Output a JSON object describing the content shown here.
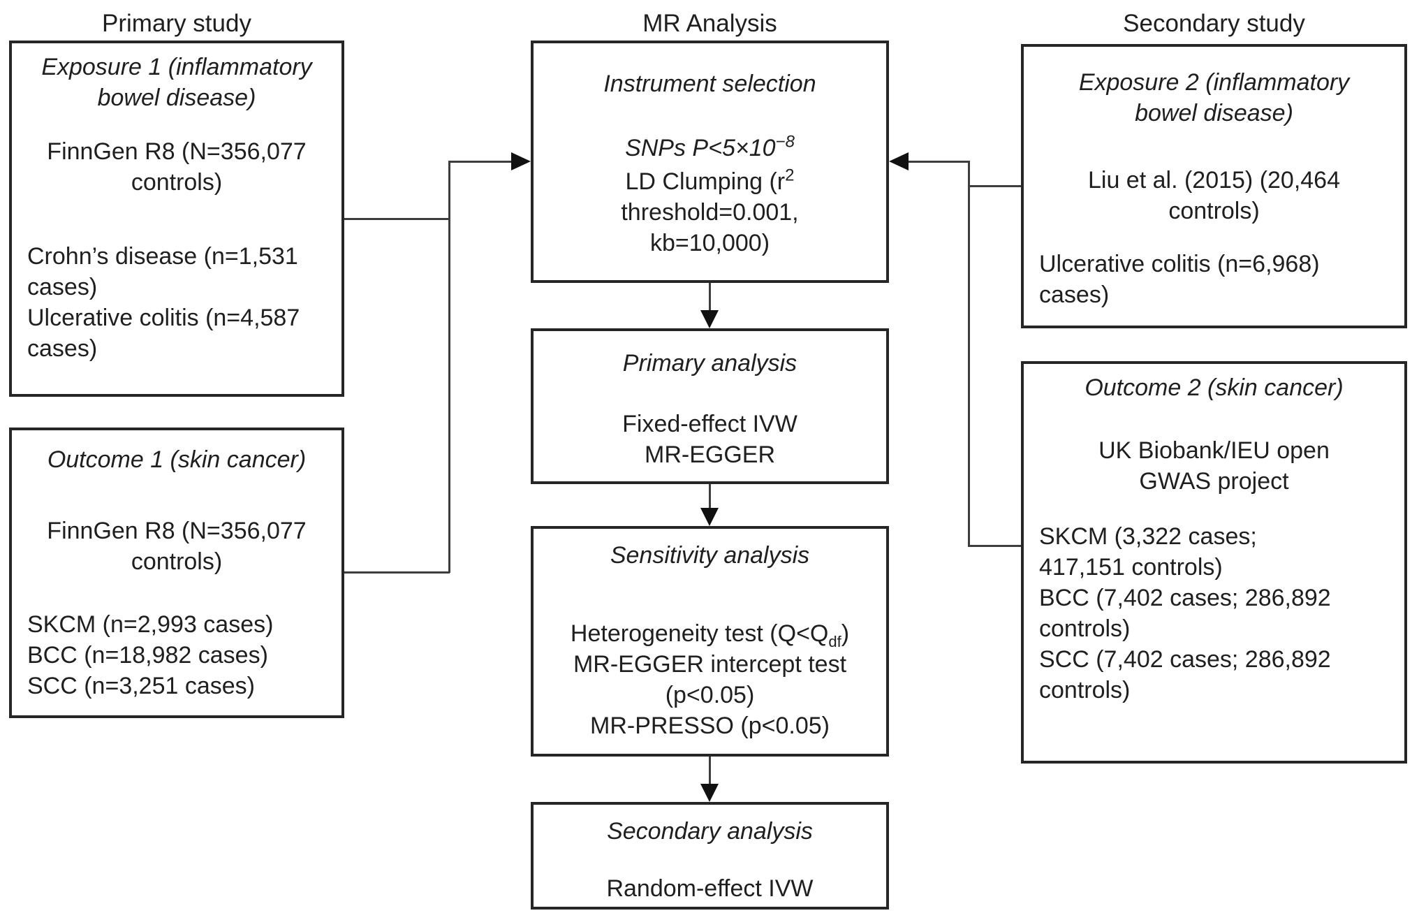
{
  "headers": {
    "left": "Primary study",
    "center": "MR Analysis",
    "right": "Secondary study"
  },
  "left_column": {
    "exposure1": {
      "title_line1": "Exposure 1 (inflammatory",
      "title_line2": "bowel disease)",
      "source_line1": "FinnGen R8 (N=356,077",
      "source_line2": "controls)",
      "cases": [
        "Crohn’s disease (n=1,531",
        "cases)",
        "Ulcerative colitis (n=4,587",
        "cases)"
      ]
    },
    "outcome1": {
      "title": "Outcome 1 (skin cancer)",
      "source_line1": "FinnGen R8 (N=356,077",
      "source_line2": "controls)",
      "cases": [
        "SKCM (n=2,993 cases)",
        "BCC (n=18,982 cases)",
        "SCC (n=3,251 cases)"
      ]
    }
  },
  "center_column": {
    "instrument": {
      "title": "Instrument selection",
      "snps_prefix": "SNPs P<5×10",
      "snps_sup": "−8",
      "clump_line1_prefix": "LD Clumping (r",
      "clump_line1_sup": "2",
      "clump_line2": "threshold=0.001,",
      "clump_line3": "kb=10,000)"
    },
    "primary": {
      "title": "Primary analysis",
      "lines": [
        "Fixed-effect IVW",
        "MR-EGGER"
      ]
    },
    "sensitivity": {
      "title": "Sensitivity analysis",
      "het_prefix": "Heterogeneity test (Q<Q",
      "het_sub": "df",
      "het_suffix": ")",
      "line2": "MR-EGGER intercept test",
      "line3": "(p<0.05)",
      "line4": "MR-PRESSO (p<0.05)"
    },
    "secondary": {
      "title": "Secondary analysis",
      "line": "Random-effect IVW"
    }
  },
  "right_column": {
    "exposure2": {
      "title_line1": "Exposure 2 (inflammatory",
      "title_line2": "bowel disease)",
      "source_line1": "Liu et al. (2015) (20,464",
      "source_line2": "controls)",
      "cases": [
        "Ulcerative colitis (n=6,968)",
        "cases)"
      ]
    },
    "outcome2": {
      "title": "Outcome 2 (skin cancer)",
      "source_line1": "UK Biobank/IEU open",
      "source_line2": "GWAS project",
      "cases": [
        "SKCM (3,322 cases;",
        "417,151 controls)",
        "BCC (7,402 cases; 286,892",
        "controls)",
        "SCC (7,402 cases; 286,892",
        "controls)"
      ]
    }
  },
  "colors": {
    "background": "#ffffff",
    "box_border": "#262626",
    "connector_line": "#3d3d3d",
    "arrow_fill": "#111111",
    "text": "#1f1f1f"
  }
}
